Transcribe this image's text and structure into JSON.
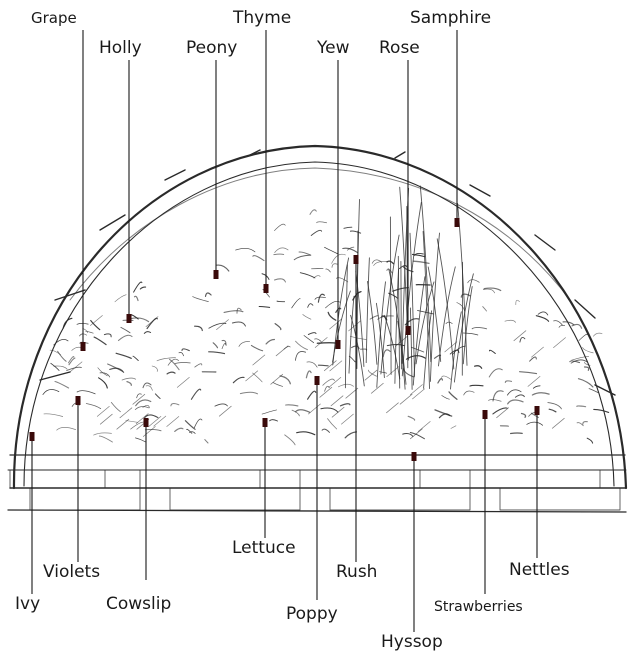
{
  "image": {
    "subject": "arched-garden-bed-sketch",
    "leader_color": "#1a1a1a",
    "marker_color": "#3a0a0a"
  },
  "labels": {
    "grape": "Grape",
    "holly": "Holly",
    "peony": "Peony",
    "thyme": "Thyme",
    "yew": "Yew",
    "rose": "Rose",
    "samphire": "Samphire",
    "ivy": "Ivy",
    "violets": "Violets",
    "cowslip": "Cowslip",
    "lettuce": "Lettuce",
    "poppy": "Poppy",
    "rush": "Rush",
    "hyssop": "Hyssop",
    "strawberries": "Strawberries",
    "nettles": "Nettles"
  }
}
